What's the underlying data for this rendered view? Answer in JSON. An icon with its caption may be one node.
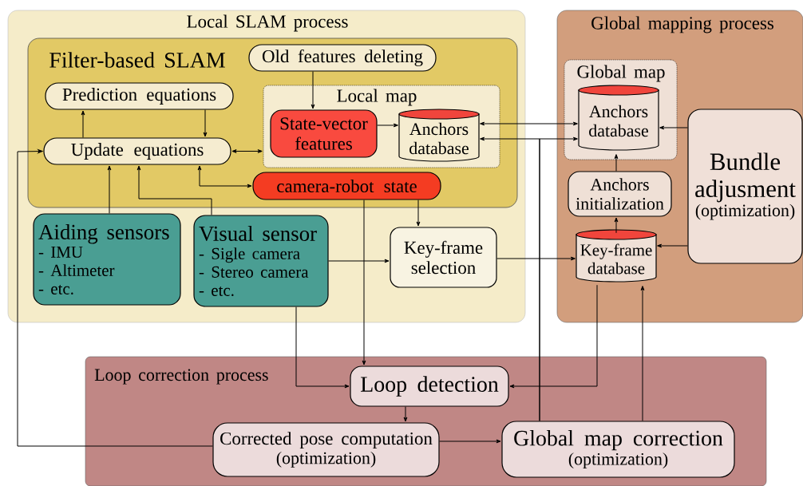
{
  "diagram": {
    "nodes": [
      {
        "text": [
          "Local SLAM process"
        ]
      },
      {
        "text": [
          "Filter-based SLAM"
        ],
        "in": 0
      },
      {
        "text": [
          "Old features deleting"
        ],
        "in": 1
      },
      {
        "text": [
          "Prediction equations"
        ],
        "in": 1
      },
      {
        "text": [
          "Update equations"
        ],
        "in": 1
      },
      {
        "text": [
          "Local map"
        ],
        "in": 1
      },
      {
        "text": [
          "State-vector features"
        ],
        "in": 5
      },
      {
        "text": [
          "Anchors database"
        ],
        "in": 5
      },
      {
        "text": [
          "camera-robot state"
        ],
        "in": 1
      },
      {
        "text": [
          "Aiding sensors",
          "- IMU",
          "- Altimeter",
          "- etc."
        ],
        "in": 0
      },
      {
        "text": [
          "Visual sensor",
          "- Sigle camera",
          "- Stereo camera",
          "- etc."
        ],
        "in": 0
      },
      {
        "text": [
          "Key-frame selection"
        ],
        "in": 0
      },
      {
        "text": [
          "Global mapping process"
        ]
      },
      {
        "text": [
          "Global map"
        ],
        "in": 12
      },
      {
        "text": [
          "Anchors database"
        ],
        "in": 13
      },
      {
        "text": [
          "Anchors initialization"
        ],
        "in": 12
      },
      {
        "text": [
          "Key-frame database"
        ],
        "in": 12
      },
      {
        "text": [
          "Bundle adjusment",
          "(optimization)"
        ],
        "in": 12
      },
      {
        "text": [
          "Loop correction process"
        ]
      },
      {
        "text": [
          "Loop detection"
        ],
        "in": 18
      },
      {
        "text": [
          "Corrected pose computation",
          "(optimization)"
        ],
        "in": 18
      },
      {
        "text": [
          "Global map correction",
          "(optimization)"
        ],
        "in": 18
      }
    ],
    "edges": [
      {
        "from": 2,
        "to": 6,
        "arrow": "to"
      },
      {
        "from": 4,
        "to": 3,
        "arrow": "to"
      },
      {
        "from": 3,
        "to": 4,
        "arrow": "to"
      },
      {
        "from": 4,
        "to": 5,
        "arrow": "both"
      },
      {
        "from": 6,
        "to": 7,
        "arrow": "to"
      },
      {
        "from": 4,
        "to": 8,
        "arrow": "both"
      },
      {
        "from": 9,
        "to": 4,
        "arrow": "to"
      },
      {
        "from": 10,
        "to": 4,
        "arrow": "to"
      },
      {
        "from": 8,
        "to": 11,
        "arrow": "to"
      },
      {
        "from": 10,
        "to": 11,
        "arrow": "to"
      },
      {
        "from": 8,
        "to": 19,
        "arrow": "to"
      },
      {
        "from": 10,
        "to": 19,
        "arrow": "to"
      },
      {
        "from": 7,
        "to": 14,
        "arrow": "both"
      },
      {
        "from": 21,
        "to": 7,
        "arrow": "to"
      },
      {
        "from": 21,
        "to": 14,
        "arrow": "to"
      },
      {
        "from": 11,
        "to": 16,
        "arrow": "to"
      },
      {
        "from": 16,
        "to": 15,
        "arrow": "to"
      },
      {
        "from": 15,
        "to": 14,
        "arrow": "to"
      },
      {
        "from": 17,
        "to": 14,
        "arrow": "to"
      },
      {
        "from": 17,
        "to": 16,
        "arrow": "to"
      },
      {
        "from": 16,
        "to": 19,
        "arrow": "to"
      },
      {
        "from": 21,
        "to": 16,
        "arrow": "to"
      },
      {
        "from": 19,
        "to": 20,
        "arrow": "to"
      },
      {
        "from": 20,
        "to": 21,
        "arrow": "to"
      },
      {
        "from": 20,
        "to": 4,
        "arrow": "to"
      }
    ]
  }
}
